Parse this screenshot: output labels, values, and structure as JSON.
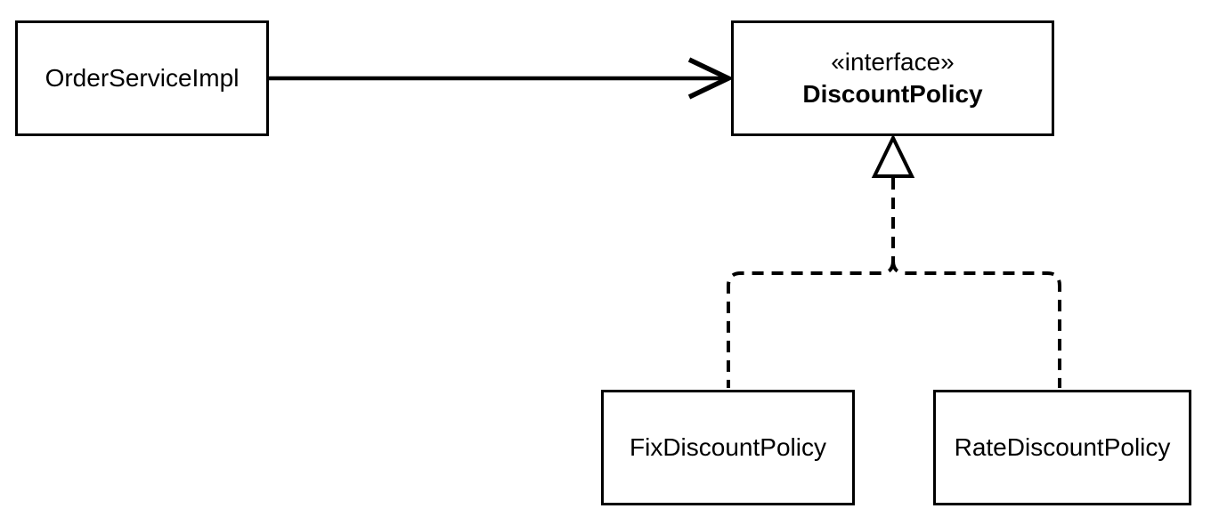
{
  "diagram": {
    "type": "uml-class-diagram",
    "background_color": "#ffffff",
    "stroke_color": "#000000",
    "nodes": {
      "order_service": {
        "label": "OrderServiceImpl"
      },
      "discount_policy": {
        "stereotype": "«interface»",
        "label": "DiscountPolicy"
      },
      "fix_discount": {
        "label": "FixDiscountPolicy"
      },
      "rate_discount": {
        "label": "RateDiscountPolicy"
      }
    },
    "edges": [
      {
        "from": "OrderServiceImpl",
        "to": "DiscountPolicy",
        "style": "solid",
        "arrowhead": "open",
        "meaning": "dependency"
      },
      {
        "from": "FixDiscountPolicy",
        "to": "DiscountPolicy",
        "style": "dashed",
        "arrowhead": "hollow-triangle",
        "meaning": "realization"
      },
      {
        "from": "RateDiscountPolicy",
        "to": "DiscountPolicy",
        "style": "dashed",
        "arrowhead": "hollow-triangle",
        "meaning": "realization"
      }
    ]
  }
}
